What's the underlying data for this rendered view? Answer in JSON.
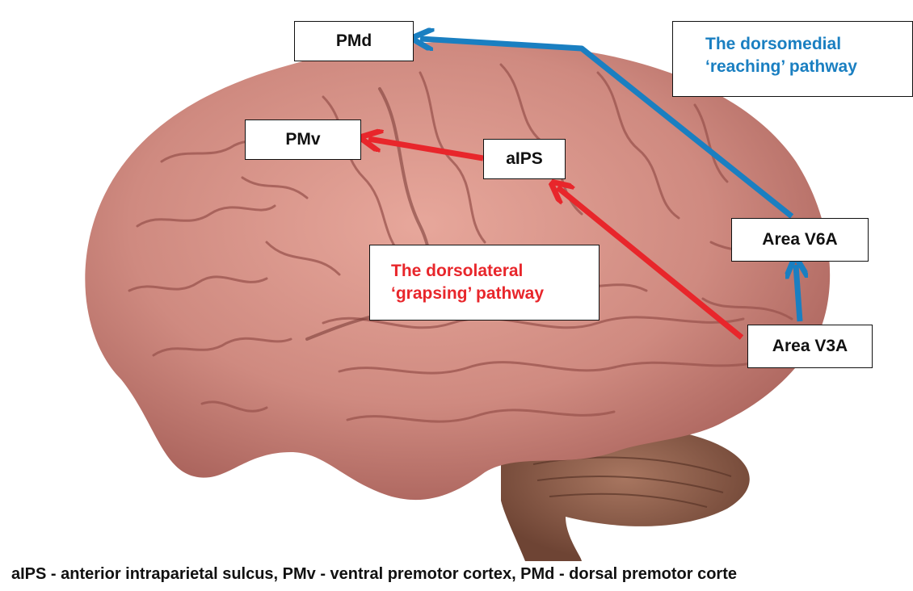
{
  "labels": {
    "pmd": "PMd",
    "pmv": "PMv",
    "aips": "aIPS",
    "v6a": "Area V6A",
    "v3a": "Area V3A"
  },
  "pathways": {
    "dorsomedial": {
      "line1": "The dorsomedial",
      "line2": "‘reaching’ pathway",
      "color": "#1a7fc1"
    },
    "dorsolateral": {
      "line1": "The dorsolateral",
      "line2": "‘grapsing’ pathway",
      "color": "#e8262b"
    }
  },
  "caption": "aIPS - anterior intraparietal sulcus, PMv - ventral premotor cortex, PMd - dorsal premotor corte",
  "colors": {
    "brain": "#cf8a80",
    "brain_dark": "#a8615a",
    "cerebellum": "#8a5a44",
    "blue_arrow": "#1a7fc1",
    "red_arrow": "#e8262b"
  }
}
